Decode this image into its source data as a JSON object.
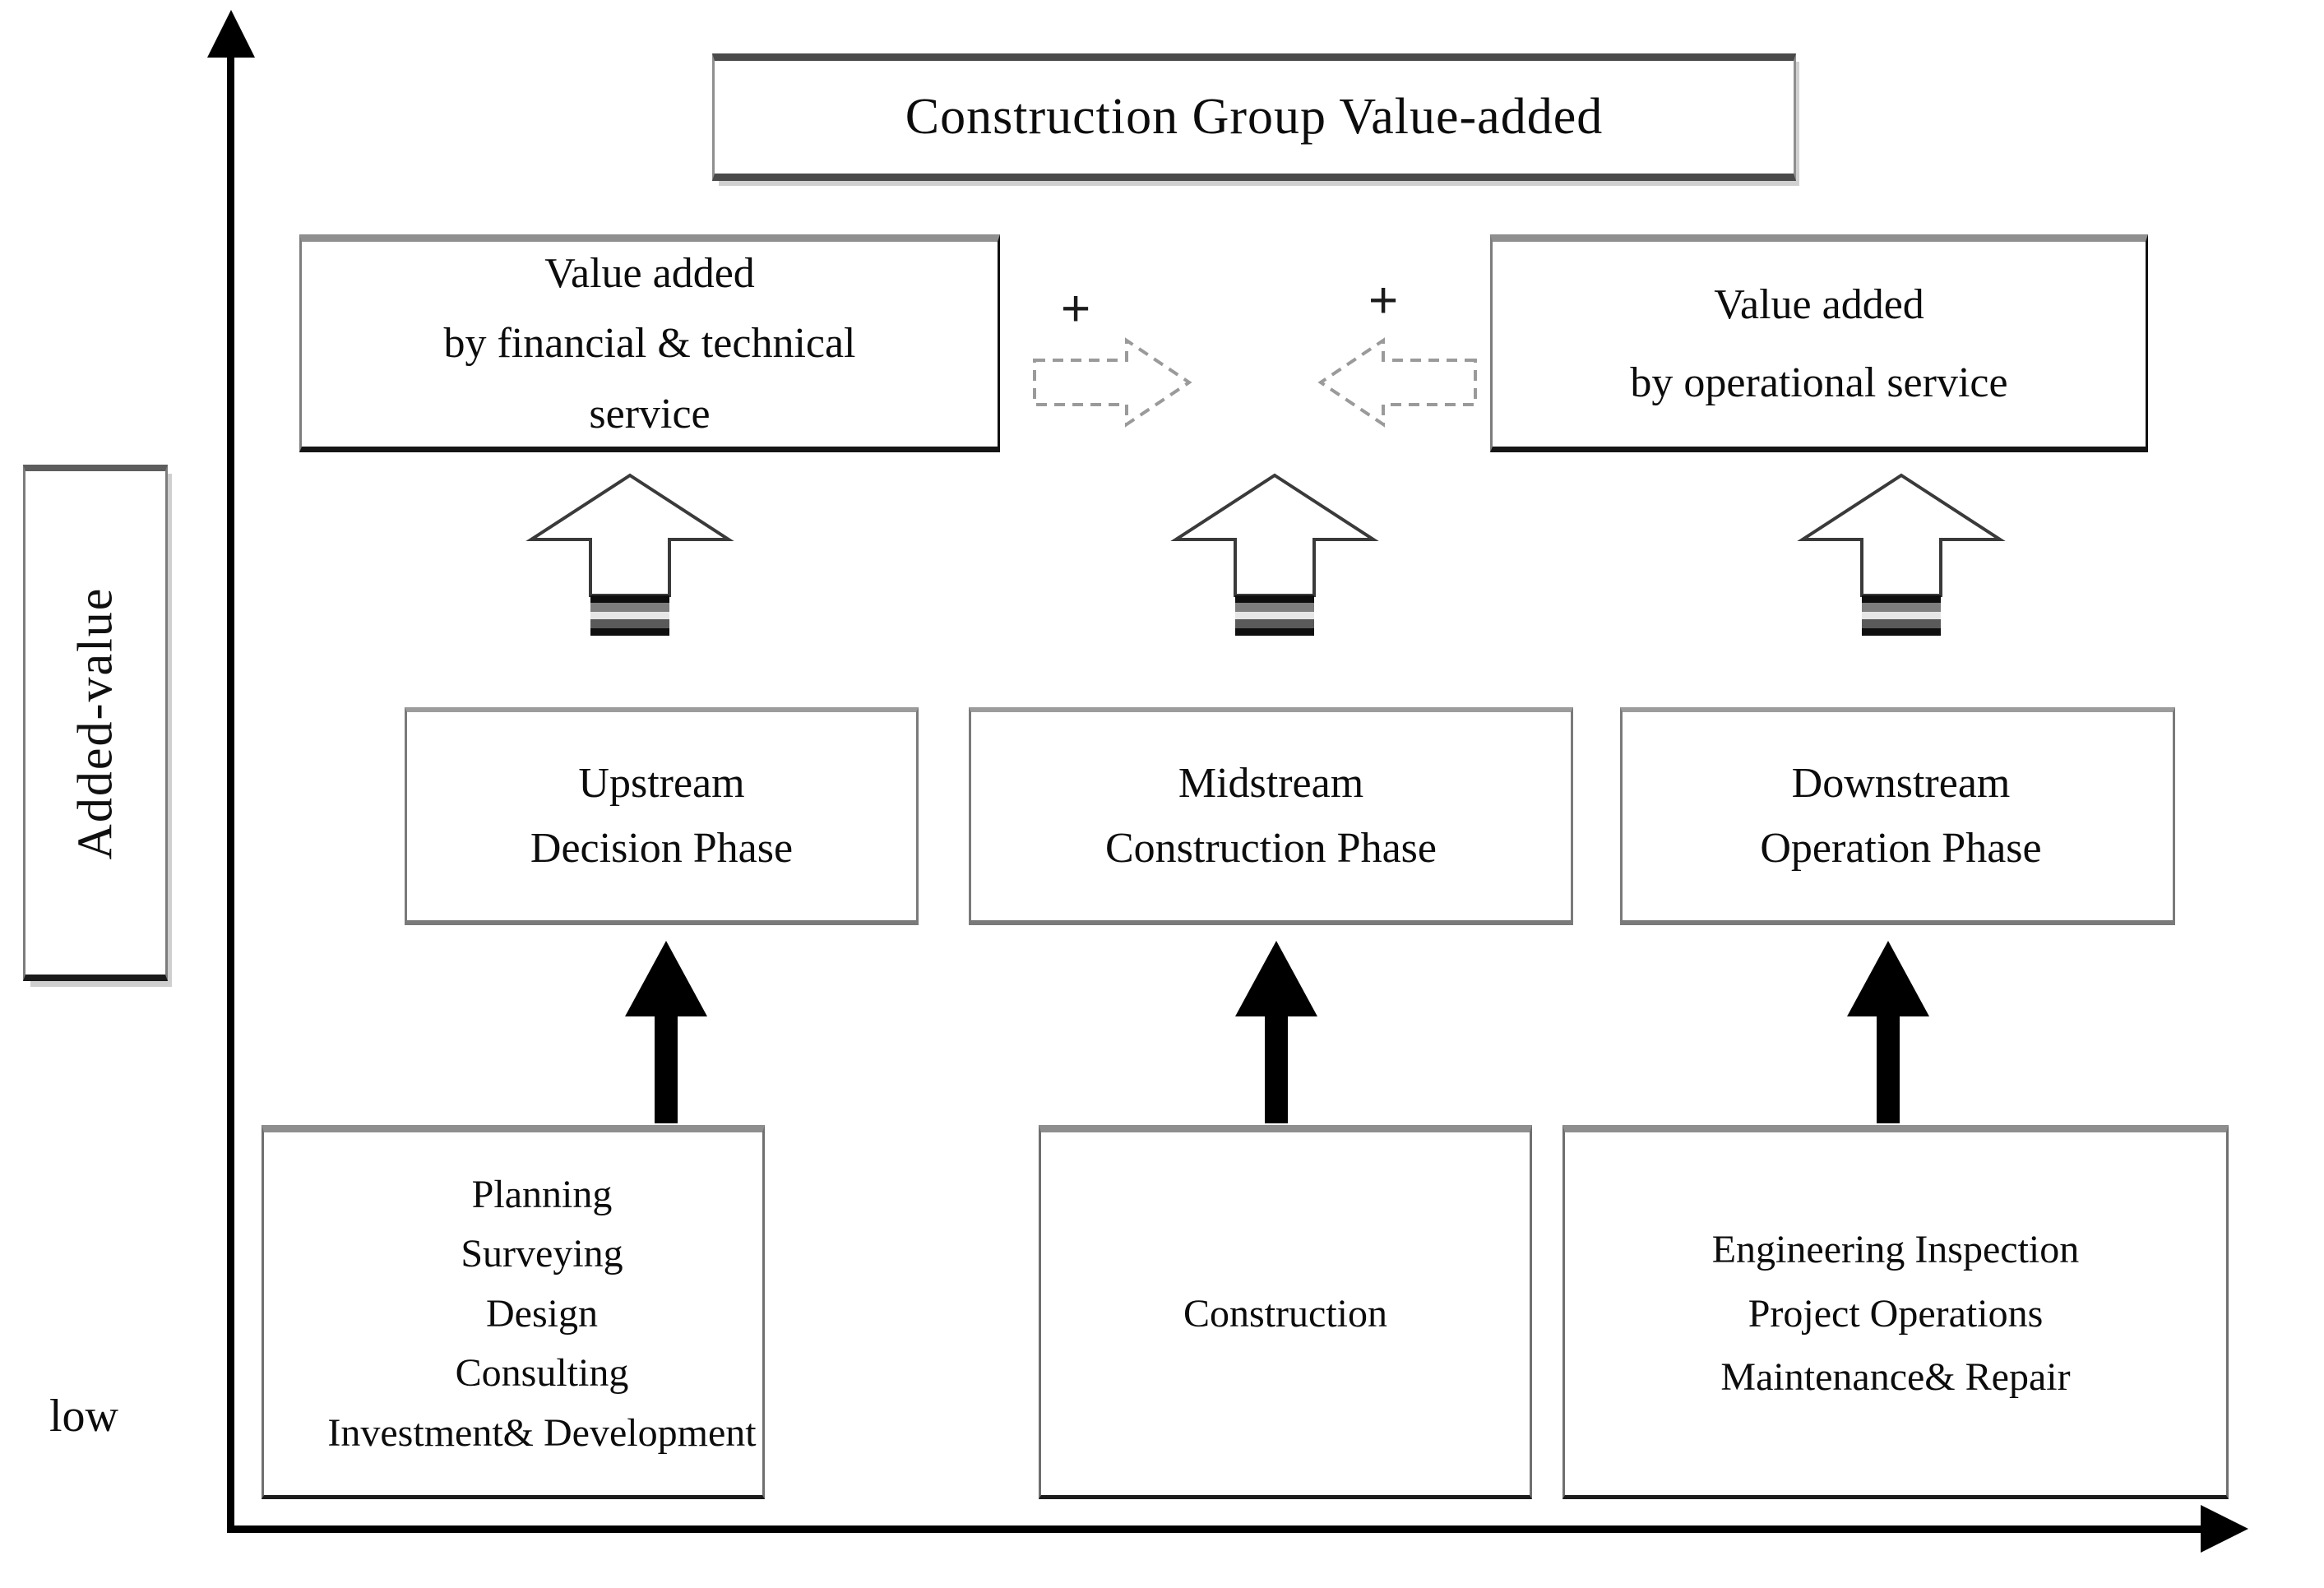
{
  "diagram": {
    "title_box": {
      "label": "Construction Group Value-added"
    },
    "axis": {
      "y_label": "Added-value",
      "y_low_label": "low",
      "y_icon": "up-arrow-axis-icon",
      "x_icon": "right-arrow-axis-icon"
    },
    "value_added": [
      {
        "id": "financial-technical",
        "lines": [
          "Value added",
          "by financial & technical",
          "service"
        ]
      },
      {
        "id": "operational",
        "lines": [
          "Value added",
          "by operational  service"
        ]
      }
    ],
    "combine_operators": [
      {
        "id": "plus-left",
        "symbol": "+",
        "arrow": "dashed-block-arrow-right"
      },
      {
        "id": "plus-right",
        "symbol": "+",
        "arrow": "dashed-block-arrow-left"
      }
    ],
    "phases": [
      {
        "id": "upstream",
        "lines": [
          "Upstream",
          "Decision Phase"
        ]
      },
      {
        "id": "midstream",
        "lines": [
          "Midstream",
          "Construction Phase"
        ]
      },
      {
        "id": "downstream",
        "lines": [
          "Downstream",
          "Operation  Phase"
        ]
      }
    ],
    "services": [
      {
        "id": "upstream-services",
        "lines": [
          "Planning",
          "Surveying",
          "Design",
          "Consulting",
          "Investment& Development"
        ]
      },
      {
        "id": "midstream-services",
        "lines": [
          "Construction"
        ]
      },
      {
        "id": "downstream-services",
        "lines": [
          "Engineering Inspection",
          "Project Operations",
          "Maintenance& Repair"
        ]
      }
    ],
    "value_arrows": [
      {
        "id": "value-arrow-upstream",
        "icon": "hollow-up-arrow-icon"
      },
      {
        "id": "value-arrow-midstream",
        "icon": "hollow-up-arrow-icon"
      },
      {
        "id": "value-arrow-downstream",
        "icon": "hollow-up-arrow-icon"
      }
    ],
    "flow_arrows": [
      {
        "id": "flow-arrow-upstream",
        "icon": "solid-up-arrow-icon"
      },
      {
        "id": "flow-arrow-midstream",
        "icon": "solid-up-arrow-icon"
      },
      {
        "id": "flow-arrow-downstream",
        "icon": "solid-up-arrow-icon"
      }
    ],
    "colors": {
      "ink": "#0c0c0c",
      "border_gray": "#7d7d7d",
      "border_dark": "#101010",
      "page_background": "#ffffff"
    }
  }
}
